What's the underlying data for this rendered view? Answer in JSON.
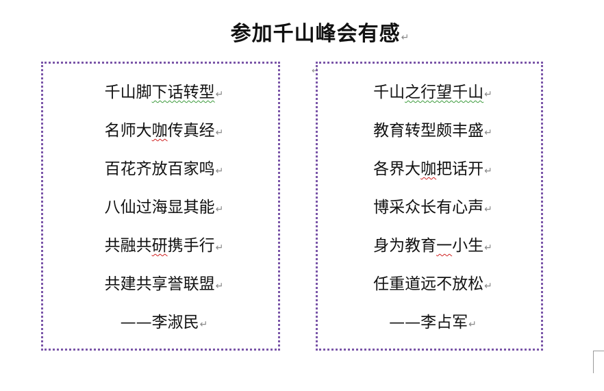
{
  "document": {
    "title": "参加千山峰会有感",
    "paragraph_mark": "↵",
    "poems": [
      {
        "lines": [
          {
            "pre": "千山脚",
            "marked": "下话转型",
            "post": "",
            "mark_type": "green"
          },
          {
            "pre": "名师大",
            "marked": "咖",
            "post": "传真经",
            "mark_type": "red"
          },
          {
            "pre": "百花齐放百家鸣",
            "marked": "",
            "post": "",
            "mark_type": ""
          },
          {
            "pre": "八仙过海显其能",
            "marked": "",
            "post": "",
            "mark_type": ""
          },
          {
            "pre": "共融共",
            "marked": "研",
            "post": "携手行",
            "mark_type": "red"
          },
          {
            "pre": "共建共享誉联盟",
            "marked": "",
            "post": "",
            "mark_type": ""
          }
        ],
        "author": "——李淑民"
      },
      {
        "lines": [
          {
            "pre": "千山",
            "marked": "之行望千山",
            "post": "",
            "mark_type": "green"
          },
          {
            "pre": "教育转型颇丰盛",
            "marked": "",
            "post": "",
            "mark_type": ""
          },
          {
            "pre": "各界大",
            "marked": "咖",
            "post": "把话开",
            "mark_type": "red"
          },
          {
            "pre": "博采众长有心声",
            "marked": "",
            "post": "",
            "mark_type": ""
          },
          {
            "pre": "身为教育",
            "marked": "一",
            "post": "小生",
            "mark_type": "red"
          },
          {
            "pre": "任重道远不放松",
            "marked": "",
            "post": "",
            "mark_type": ""
          }
        ],
        "author": "——李占军"
      }
    ],
    "colors": {
      "box_border": "#7a55a8",
      "grammar_underline": "#3a9a3a",
      "spelling_underline": "#d02020"
    }
  }
}
